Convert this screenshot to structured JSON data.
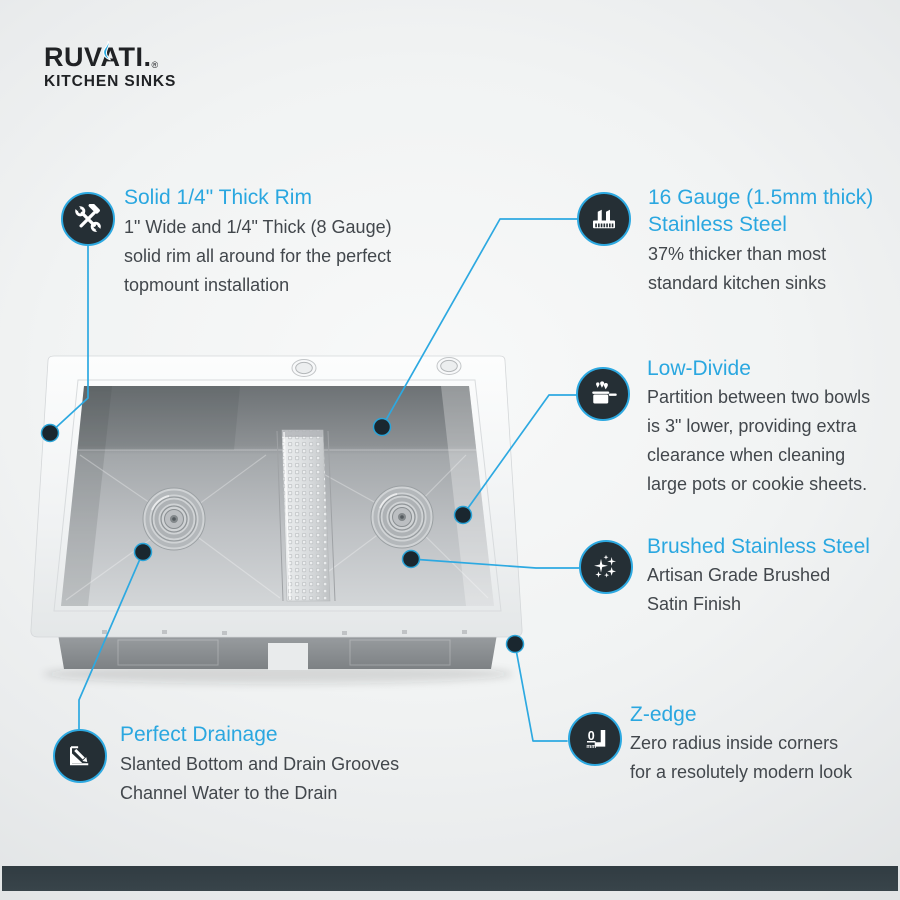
{
  "brand": {
    "name": "RUVATI.",
    "registered": "®",
    "tagline": "KITCHEN SINKS"
  },
  "colors": {
    "accent_blue": "#2da9e1",
    "title_blue": "#2aa7e0",
    "body_text": "#42474c",
    "icon_circle_bg": "#252f35",
    "frame_bar": "#313c42",
    "sink_steel_light": "#d2d5d7",
    "sink_steel_dark": "#6d7275"
  },
  "callouts": [
    {
      "id": "solid-rim",
      "icon": "tools-icon",
      "title": "Solid 1/4\" Thick Rim",
      "body": "1\" Wide and 1/4\" Thick (8 Gauge)\nsolid rim all around for the perfect\ntopmount installation"
    },
    {
      "id": "gauge",
      "icon": "thickness-gauge-icon",
      "title": "16 Gauge (1.5mm thick)\nStainless Steel",
      "body": "37% thicker than most\nstandard kitchen sinks"
    },
    {
      "id": "low-divide",
      "icon": "pot-icon",
      "title": "Low-Divide",
      "body": "Partition between two bowls\nis 3\" lower, providing extra\nclearance when cleaning\nlarge pots or cookie sheets."
    },
    {
      "id": "brushed",
      "icon": "sparkles-icon",
      "title": "Brushed Stainless Steel",
      "body": "Artisan Grade Brushed\nSatin Finish"
    },
    {
      "id": "z-edge",
      "icon": "zero-radius-icon",
      "title": "Z-edge",
      "body": "Zero radius inside corners\nfor a resolutely modern look"
    },
    {
      "id": "drainage",
      "icon": "drain-slope-icon",
      "title": "Perfect Drainage",
      "body": "Slanted Bottom and Drain Grooves\nChannel Water to the Drain"
    }
  ],
  "zedge_glyph": {
    "zero": "0",
    "unit": "mm"
  }
}
